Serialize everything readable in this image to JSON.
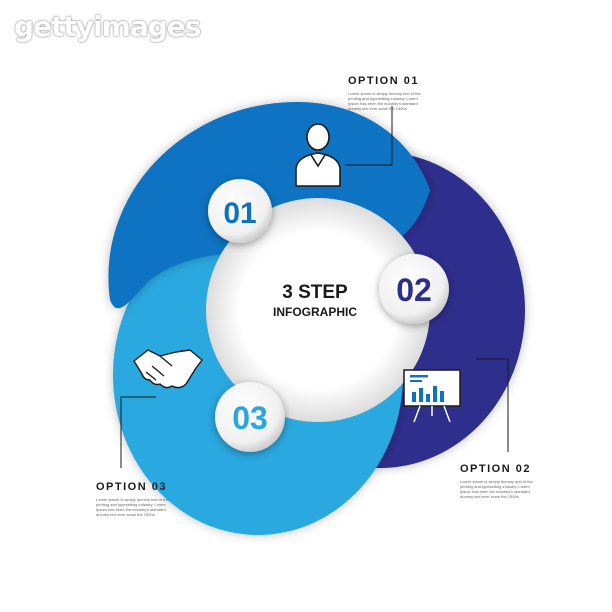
{
  "watermark": {
    "text": "gettyimages"
  },
  "center": {
    "title": "3 STEP",
    "subtitle": "INFOGRAPHIC"
  },
  "steps": [
    {
      "number": "01",
      "color": "#0c73c2",
      "icon": "person-icon"
    },
    {
      "number": "02",
      "color": "#2d2e8c",
      "icon": "presentation-board-icon"
    },
    {
      "number": "03",
      "color": "#29a8e0",
      "icon": "handshake-icon"
    }
  ],
  "options": [
    {
      "title": "OPTION 01",
      "desc": "Lorem Ipsum is simply dummy text of the printing and typesetting industry. Lorem Ipsum has been the industry's standard dummy text ever since the 1500s"
    },
    {
      "title": "OPTION 02",
      "desc": "Lorem Ipsum is simply dummy text of the printing and typesetting industry. Lorem Ipsum has been the industry's standard dummy text ever since the 1500s"
    },
    {
      "title": "OPTION 03",
      "desc": "Lorem Ipsum is simply dummy text of the printing and typesetting industry. Lorem Ipsum has been the industry's standard dummy text ever since the 1500s"
    }
  ]
}
